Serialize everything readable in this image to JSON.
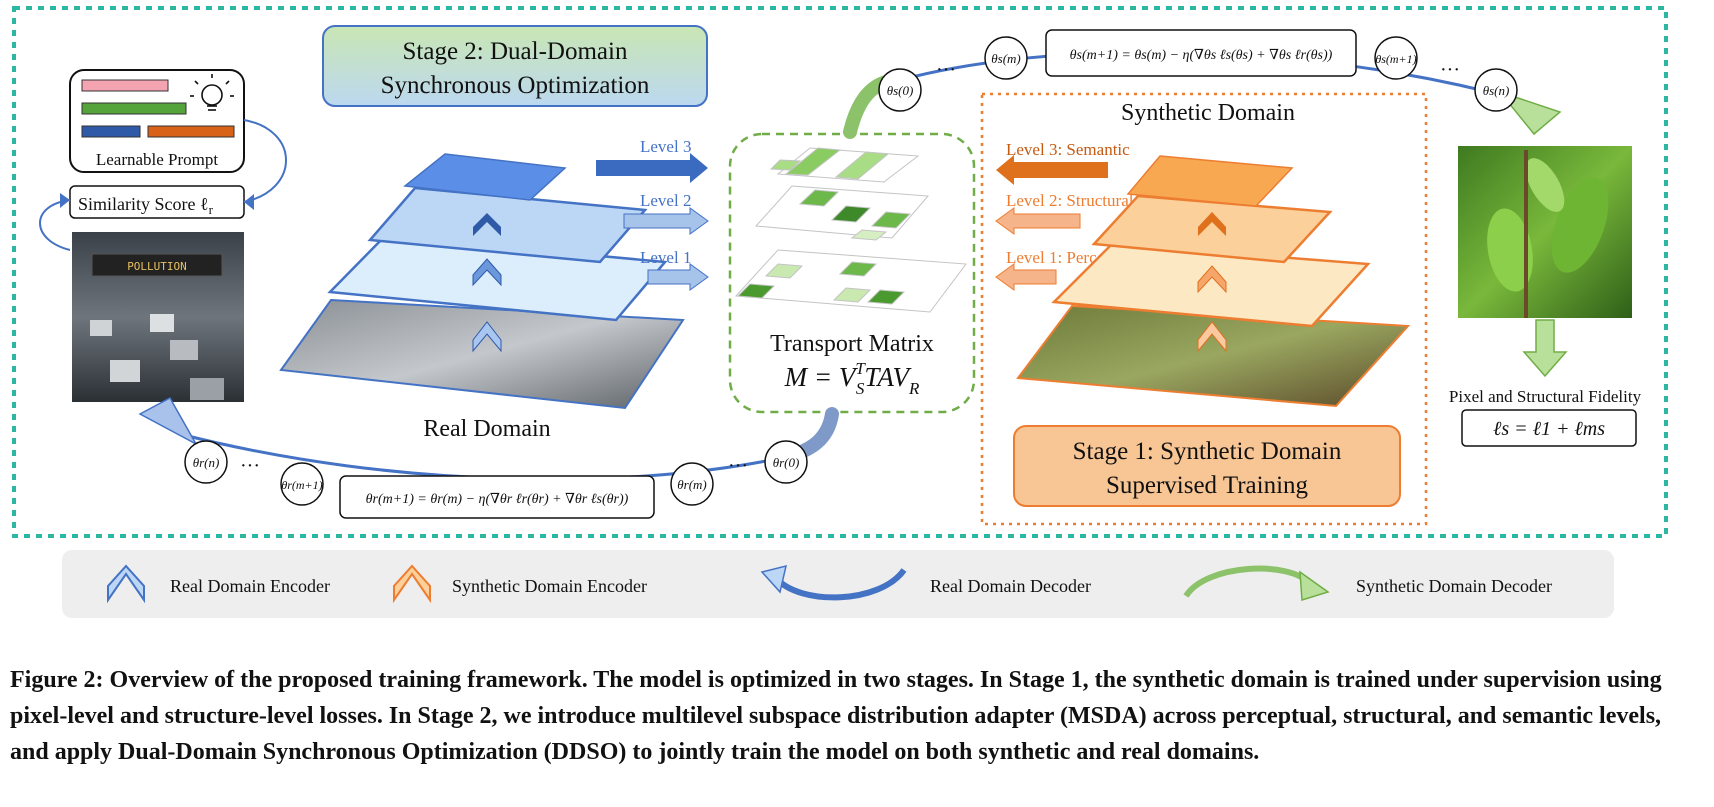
{
  "stage2": {
    "line1": "Stage 2: Dual-Domain",
    "line2": "Synchronous Optimization"
  },
  "stage1": {
    "line1": "Stage 1: Synthetic Domain",
    "line2": "Supervised Training"
  },
  "prompt": {
    "label": "Learnable Prompt"
  },
  "similarity": {
    "label": "Similarity Score ℓ",
    "sub": "r"
  },
  "pollution_sign": "POLLUTION",
  "real_domain": {
    "title": "Real Domain",
    "levels": [
      "Level 3",
      "Level 2",
      "Level 1"
    ]
  },
  "synthetic_domain": {
    "title": "Synthetic Domain",
    "levels": [
      "Level 3: Semantic",
      "Level 2: Structural",
      "Level 1: Perceptual"
    ]
  },
  "transport": {
    "title": "Transport Matrix",
    "formula_prefix": "M = V",
    "formula_sup": "T",
    "formula_sub": "S",
    "formula_mid": "TAV",
    "formula_sub2": "R"
  },
  "fidelity": {
    "label": "Pixel and Structural Fidelity",
    "formula": "ℓs = ℓ1 + ℓms"
  },
  "top_chain": {
    "nodes": [
      "θs(0)",
      "θs(m)",
      "θs(m+1)",
      "θs(n)"
    ],
    "update": "θs(m+1) = θs(m) − η(∇θs ℓs(θs) + ∇θs ℓr(θs))"
  },
  "bottom_chain": {
    "nodes": [
      "θr(n)",
      "θr(m+1)",
      "θr(m)",
      "θr(0)"
    ],
    "update": "θr(m+1) = θr(m) − η(∇θr ℓr(θr) + ∇θr ℓs(θr))"
  },
  "ellipsis": "···",
  "legend": {
    "items": [
      "Real Domain Encoder",
      "Synthetic Domain Encoder",
      "Real Domain Decoder",
      "Synthetic Domain Decoder"
    ]
  },
  "colors": {
    "real": "#4472c4",
    "real_fill": "#bdd7ee",
    "synthetic": "#ed7d31",
    "synthetic_fill": "#fbd5a8",
    "green": "#70ad47",
    "teal": "#2db7a3",
    "legend_bg": "#eeeeee"
  },
  "caption": "Figure 2: Overview of the proposed training framework. The model is optimized in two stages. In Stage 1, the synthetic domain is trained under supervision using pixel-level and structure-level losses. In Stage 2, we introduce multilevel subspace distribution adapter (MSDA) across perceptual, structural, and semantic levels, and apply Dual-Domain Synchronous Optimization (DDSO) to jointly train the model on both synthetic and real domains."
}
